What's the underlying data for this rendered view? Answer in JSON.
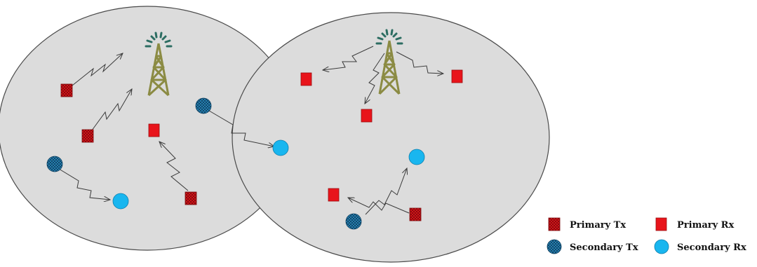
{
  "legend": {
    "primary_tx": "Primary Tx",
    "primary_rx": "Primary Rx",
    "secondary_tx": "Secondary Tx",
    "secondary_rx": "Secondary Rx"
  },
  "colors": {
    "cell_fill": "#dcdcdc",
    "cell_stroke": "#4a4a4a",
    "primary": "#e8141b",
    "primary_dark": "#8a0d10",
    "secondary_tx": "#2c83b5",
    "secondary_rx": "#19b6ef",
    "tower": "#8b8b43",
    "tower_signal": "#2c6d62",
    "link": "#3a3a3a"
  },
  "icons": {
    "tower": "cell-tower-icon",
    "primary_tx": "crosshatched-square-icon",
    "primary_rx": "solid-square-icon",
    "secondary_tx": "crosshatched-circle-icon",
    "secondary_rx": "solid-circle-icon"
  }
}
